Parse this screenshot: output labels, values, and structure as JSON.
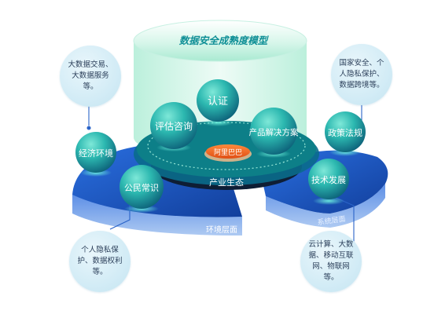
{
  "diagram": {
    "cylinder_title": "数据安全成熟度模型",
    "center_label": "阿里巴巴",
    "inner_ring_label": "产业生态",
    "base_label_left": "环境层面",
    "base_label_right": "系统层面",
    "spheres": {
      "certification": "认证",
      "assessment": "评估咨询",
      "product": "产品解决方案",
      "economy": "经济环境",
      "policy": "政策法规",
      "civic": "公民常识",
      "tech": "技术发展"
    },
    "callouts": {
      "economy": "大数据交易、大数据服务等。",
      "policy": "国家安全、个人隐私保护、数据跨境等。",
      "civic": "个人隐私保护、数据权利等。",
      "tech": "云计算、大数据、移动互联网、物联网等。"
    },
    "colors": {
      "cylinder": "#bff1df",
      "sphere_top": "#45d3c2",
      "sphere_bottom": "#147a8c",
      "platform_blue": "#1f57c8",
      "dark_ring": "#0e1e35",
      "center_orange": "#f06a24",
      "callout_bg": "#d3ecf6",
      "leader_line": "#2a63c8"
    }
  }
}
